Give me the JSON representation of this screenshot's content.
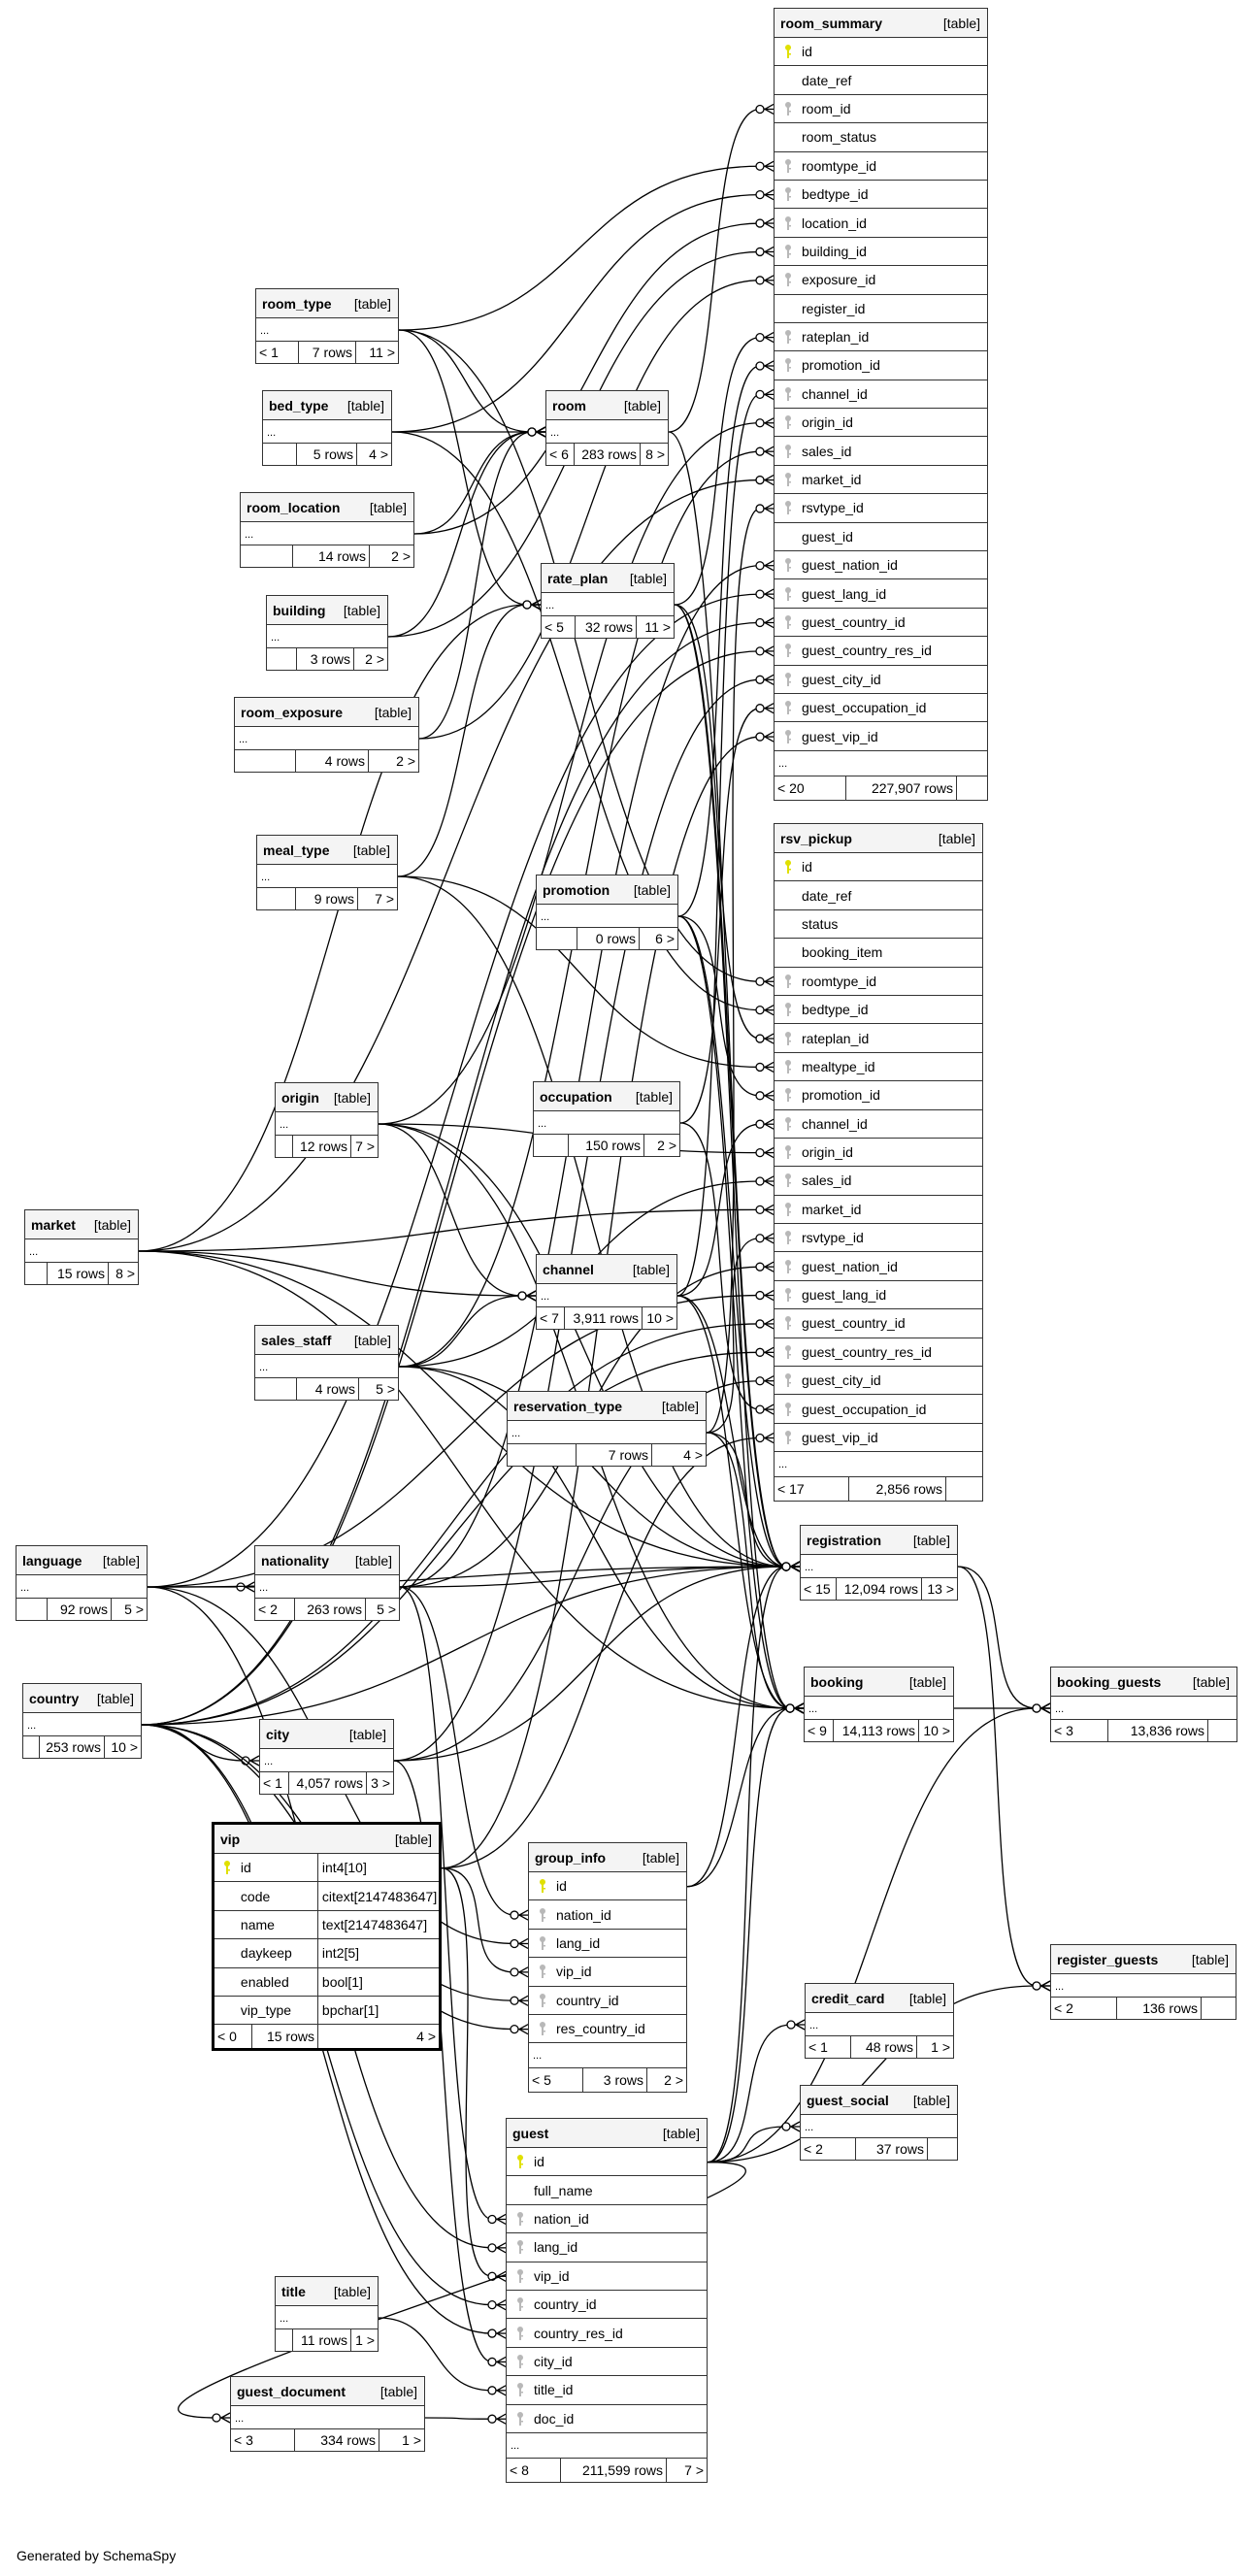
{
  "footer_text": "Generated by SchemaSpy",
  "colors": {
    "pk_key": "#e0e000",
    "fk_key": "#b8b8b8",
    "header_bg": "#f4f4f4",
    "border": "#333333"
  },
  "type_label": "[table]",
  "tables": [
    {
      "name": "room_summary",
      "parents": "< 20",
      "rows": "227,907 rows",
      "children": "",
      "columns": [
        {
          "name": "id",
          "key": "pk"
        },
        {
          "name": "date_ref",
          "key": ""
        },
        {
          "name": "room_id",
          "key": "fk"
        },
        {
          "name": "room_status",
          "key": ""
        },
        {
          "name": "roomtype_id",
          "key": "fk"
        },
        {
          "name": "bedtype_id",
          "key": "fk"
        },
        {
          "name": "location_id",
          "key": "fk"
        },
        {
          "name": "building_id",
          "key": "fk"
        },
        {
          "name": "exposure_id",
          "key": "fk"
        },
        {
          "name": "register_id",
          "key": ""
        },
        {
          "name": "rateplan_id",
          "key": "fk"
        },
        {
          "name": "promotion_id",
          "key": "fk"
        },
        {
          "name": "channel_id",
          "key": "fk"
        },
        {
          "name": "origin_id",
          "key": "fk"
        },
        {
          "name": "sales_id",
          "key": "fk"
        },
        {
          "name": "market_id",
          "key": "fk"
        },
        {
          "name": "rsvtype_id",
          "key": "fk"
        },
        {
          "name": "guest_id",
          "key": ""
        },
        {
          "name": "guest_nation_id",
          "key": "fk"
        },
        {
          "name": "guest_lang_id",
          "key": "fk"
        },
        {
          "name": "guest_country_id",
          "key": "fk"
        },
        {
          "name": "guest_country_res_id",
          "key": "fk"
        },
        {
          "name": "guest_city_id",
          "key": "fk"
        },
        {
          "name": "guest_occupation_id",
          "key": "fk"
        },
        {
          "name": "guest_vip_id",
          "key": "fk"
        }
      ],
      "more": "..."
    },
    {
      "name": "rsv_pickup",
      "parents": "< 17",
      "rows": "2,856 rows",
      "children": "",
      "columns": [
        {
          "name": "id",
          "key": "pk"
        },
        {
          "name": "date_ref",
          "key": ""
        },
        {
          "name": "status",
          "key": ""
        },
        {
          "name": "booking_item",
          "key": ""
        },
        {
          "name": "roomtype_id",
          "key": "fk"
        },
        {
          "name": "bedtype_id",
          "key": "fk"
        },
        {
          "name": "rateplan_id",
          "key": "fk"
        },
        {
          "name": "mealtype_id",
          "key": "fk"
        },
        {
          "name": "promotion_id",
          "key": "fk"
        },
        {
          "name": "channel_id",
          "key": "fk"
        },
        {
          "name": "origin_id",
          "key": "fk"
        },
        {
          "name": "sales_id",
          "key": "fk"
        },
        {
          "name": "market_id",
          "key": "fk"
        },
        {
          "name": "rsvtype_id",
          "key": "fk"
        },
        {
          "name": "guest_nation_id",
          "key": "fk"
        },
        {
          "name": "guest_lang_id",
          "key": "fk"
        },
        {
          "name": "guest_country_id",
          "key": "fk"
        },
        {
          "name": "guest_country_res_id",
          "key": "fk"
        },
        {
          "name": "guest_city_id",
          "key": "fk"
        },
        {
          "name": "guest_occupation_id",
          "key": "fk"
        },
        {
          "name": "guest_vip_id",
          "key": "fk"
        }
      ],
      "more": "..."
    },
    {
      "name": "room_type",
      "parents": "< 1",
      "rows": "7 rows",
      "children": "11 >",
      "more": "..."
    },
    {
      "name": "bed_type",
      "parents": "",
      "rows": "5 rows",
      "children": "4 >",
      "more": "..."
    },
    {
      "name": "room_location",
      "parents": "",
      "rows": "14 rows",
      "children": "2 >",
      "more": "..."
    },
    {
      "name": "building",
      "parents": "",
      "rows": "3 rows",
      "children": "2 >",
      "more": "..."
    },
    {
      "name": "room_exposure",
      "parents": "",
      "rows": "4 rows",
      "children": "2 >",
      "more": "..."
    },
    {
      "name": "meal_type",
      "parents": "",
      "rows": "9 rows",
      "children": "7 >",
      "more": "..."
    },
    {
      "name": "room",
      "parents": "< 6",
      "rows": "283 rows",
      "children": "8 >",
      "more": "..."
    },
    {
      "name": "rate_plan",
      "parents": "< 5",
      "rows": "32 rows",
      "children": "11 >",
      "more": "..."
    },
    {
      "name": "promotion",
      "parents": "",
      "rows": "0 rows",
      "children": "6 >",
      "more": "..."
    },
    {
      "name": "origin",
      "parents": "",
      "rows": "12 rows",
      "children": "7 >",
      "more": "..."
    },
    {
      "name": "occupation",
      "parents": "",
      "rows": "150 rows",
      "children": "2 >",
      "more": "..."
    },
    {
      "name": "market",
      "parents": "",
      "rows": "15 rows",
      "children": "8 >",
      "more": "..."
    },
    {
      "name": "channel",
      "parents": "< 7",
      "rows": "3,911 rows",
      "children": "10 >",
      "more": "..."
    },
    {
      "name": "sales_staff",
      "parents": "",
      "rows": "4 rows",
      "children": "5 >",
      "more": "..."
    },
    {
      "name": "reservation_type",
      "parents": "",
      "rows": "7 rows",
      "children": "4 >",
      "more": "..."
    },
    {
      "name": "language",
      "parents": "",
      "rows": "92 rows",
      "children": "5 >",
      "more": "..."
    },
    {
      "name": "nationality",
      "parents": "< 2",
      "rows": "263 rows",
      "children": "5 >",
      "more": "..."
    },
    {
      "name": "country",
      "parents": "",
      "rows": "253 rows",
      "children": "10 >",
      "more": "..."
    },
    {
      "name": "city",
      "parents": "< 1",
      "rows": "4,057 rows",
      "children": "3 >",
      "more": "..."
    },
    {
      "name": "vip",
      "parents": "< 0",
      "rows": "15 rows",
      "children": "4 >",
      "columns": [
        {
          "name": "id",
          "key": "pk",
          "type": "int4[10]"
        },
        {
          "name": "code",
          "key": "",
          "type": "citext[2147483647]"
        },
        {
          "name": "name",
          "key": "",
          "type": "text[2147483647]"
        },
        {
          "name": "daykeep",
          "key": "",
          "type": "int2[5]"
        },
        {
          "name": "enabled",
          "key": "",
          "type": "bool[1]"
        },
        {
          "name": "vip_type",
          "key": "",
          "type": "bpchar[1]"
        }
      ]
    },
    {
      "name": "group_info",
      "parents": "< 5",
      "rows": "3 rows",
      "children": "2 >",
      "columns": [
        {
          "name": "id",
          "key": "pk"
        },
        {
          "name": "nation_id",
          "key": "fk"
        },
        {
          "name": "lang_id",
          "key": "fk"
        },
        {
          "name": "vip_id",
          "key": "fk"
        },
        {
          "name": "country_id",
          "key": "fk"
        },
        {
          "name": "res_country_id",
          "key": "fk"
        }
      ],
      "more": "..."
    },
    {
      "name": "guest",
      "parents": "< 8",
      "rows": "211,599 rows",
      "children": "7 >",
      "columns": [
        {
          "name": "id",
          "key": "pk"
        },
        {
          "name": "full_name",
          "key": ""
        },
        {
          "name": "nation_id",
          "key": "fk"
        },
        {
          "name": "lang_id",
          "key": "fk"
        },
        {
          "name": "vip_id",
          "key": "fk"
        },
        {
          "name": "country_id",
          "key": "fk"
        },
        {
          "name": "country_res_id",
          "key": "fk"
        },
        {
          "name": "city_id",
          "key": "fk"
        },
        {
          "name": "title_id",
          "key": "fk"
        },
        {
          "name": "doc_id",
          "key": "fk"
        }
      ],
      "more": "..."
    },
    {
      "name": "title",
      "parents": "",
      "rows": "11 rows",
      "children": "1 >",
      "more": "..."
    },
    {
      "name": "guest_document",
      "parents": "< 3",
      "rows": "334 rows",
      "children": "1 >",
      "more": "..."
    },
    {
      "name": "registration",
      "parents": "< 15",
      "rows": "12,094 rows",
      "children": "13 >",
      "more": "..."
    },
    {
      "name": "booking",
      "parents": "< 9",
      "rows": "14,113 rows",
      "children": "10 >",
      "more": "..."
    },
    {
      "name": "booking_guests",
      "parents": "< 3",
      "rows": "13,836 rows",
      "children": "",
      "more": "..."
    },
    {
      "name": "register_guests",
      "parents": "< 2",
      "rows": "136 rows",
      "children": "",
      "more": "..."
    },
    {
      "name": "credit_card",
      "parents": "< 1",
      "rows": "48 rows",
      "children": "1 >",
      "more": "..."
    },
    {
      "name": "guest_social",
      "parents": "< 2",
      "rows": "37 rows",
      "children": "",
      "more": "..."
    }
  ],
  "relationships": [
    [
      "room_summary",
      "room_id",
      "room"
    ],
    [
      "room_summary",
      "roomtype_id",
      "room_type"
    ],
    [
      "room_summary",
      "bedtype_id",
      "bed_type"
    ],
    [
      "room_summary",
      "location_id",
      "room_location"
    ],
    [
      "room_summary",
      "building_id",
      "building"
    ],
    [
      "room_summary",
      "exposure_id",
      "room_exposure"
    ],
    [
      "room_summary",
      "rateplan_id",
      "rate_plan"
    ],
    [
      "room_summary",
      "promotion_id",
      "promotion"
    ],
    [
      "room_summary",
      "channel_id",
      "channel"
    ],
    [
      "room_summary",
      "origin_id",
      "origin"
    ],
    [
      "room_summary",
      "sales_id",
      "sales_staff"
    ],
    [
      "room_summary",
      "market_id",
      "market"
    ],
    [
      "room_summary",
      "rsvtype_id",
      "reservation_type"
    ],
    [
      "room_summary",
      "guest_nation_id",
      "nationality"
    ],
    [
      "room_summary",
      "guest_lang_id",
      "language"
    ],
    [
      "room_summary",
      "guest_country_id",
      "country"
    ],
    [
      "room_summary",
      "guest_country_res_id",
      "country"
    ],
    [
      "room_summary",
      "guest_city_id",
      "city"
    ],
    [
      "room_summary",
      "guest_occupation_id",
      "occupation"
    ],
    [
      "room_summary",
      "guest_vip_id",
      "vip"
    ],
    [
      "rsv_pickup",
      "roomtype_id",
      "room_type"
    ],
    [
      "rsv_pickup",
      "bedtype_id",
      "bed_type"
    ],
    [
      "rsv_pickup",
      "rateplan_id",
      "rate_plan"
    ],
    [
      "rsv_pickup",
      "mealtype_id",
      "meal_type"
    ],
    [
      "rsv_pickup",
      "promotion_id",
      "promotion"
    ],
    [
      "rsv_pickup",
      "channel_id",
      "channel"
    ],
    [
      "rsv_pickup",
      "origin_id",
      "origin"
    ],
    [
      "rsv_pickup",
      "sales_id",
      "sales_staff"
    ],
    [
      "rsv_pickup",
      "market_id",
      "market"
    ],
    [
      "rsv_pickup",
      "rsvtype_id",
      "reservation_type"
    ],
    [
      "rsv_pickup",
      "guest_nation_id",
      "nationality"
    ],
    [
      "rsv_pickup",
      "guest_lang_id",
      "language"
    ],
    [
      "rsv_pickup",
      "guest_country_id",
      "country"
    ],
    [
      "rsv_pickup",
      "guest_country_res_id",
      "country"
    ],
    [
      "rsv_pickup",
      "guest_city_id",
      "city"
    ],
    [
      "rsv_pickup",
      "guest_occupation_id",
      "occupation"
    ],
    [
      "rsv_pickup",
      "guest_vip_id",
      "vip"
    ],
    [
      "room",
      null,
      "room_type"
    ],
    [
      "room",
      null,
      "bed_type"
    ],
    [
      "room",
      null,
      "room_location"
    ],
    [
      "room",
      null,
      "building"
    ],
    [
      "room",
      null,
      "room_exposure"
    ],
    [
      "rate_plan",
      null,
      "room_type"
    ],
    [
      "rate_plan",
      null,
      "meal_type"
    ],
    [
      "rate_plan",
      null,
      "market"
    ],
    [
      "channel",
      null,
      "origin"
    ],
    [
      "channel",
      null,
      "market"
    ],
    [
      "channel",
      null,
      "sales_staff"
    ],
    [
      "nationality",
      null,
      "language"
    ],
    [
      "city",
      null,
      "country"
    ],
    [
      "group_info",
      "nation_id",
      "nationality"
    ],
    [
      "group_info",
      "lang_id",
      "language"
    ],
    [
      "group_info",
      "vip_id",
      "vip"
    ],
    [
      "group_info",
      "country_id",
      "country"
    ],
    [
      "group_info",
      "res_country_id",
      "country"
    ],
    [
      "guest",
      "nation_id",
      "nationality"
    ],
    [
      "guest",
      "lang_id",
      "language"
    ],
    [
      "guest",
      "vip_id",
      "vip"
    ],
    [
      "guest",
      "country_id",
      "country"
    ],
    [
      "guest",
      "country_res_id",
      "country"
    ],
    [
      "guest",
      "city_id",
      "city"
    ],
    [
      "guest",
      "title_id",
      "title"
    ],
    [
      "guest",
      "doc_id",
      "guest_document"
    ],
    [
      "guest_document",
      null,
      "guest"
    ],
    [
      "registration",
      null,
      "room"
    ],
    [
      "registration",
      null,
      "rate_plan"
    ],
    [
      "registration",
      null,
      "promotion"
    ],
    [
      "registration",
      null,
      "channel"
    ],
    [
      "registration",
      null,
      "origin"
    ],
    [
      "registration",
      null,
      "sales_staff"
    ],
    [
      "registration",
      null,
      "market"
    ],
    [
      "registration",
      null,
      "reservation_type"
    ],
    [
      "registration",
      null,
      "nationality"
    ],
    [
      "registration",
      null,
      "language"
    ],
    [
      "registration",
      null,
      "country"
    ],
    [
      "registration",
      null,
      "city"
    ],
    [
      "registration",
      null,
      "guest"
    ],
    [
      "registration",
      null,
      "group_info"
    ],
    [
      "registration",
      null,
      "meal_type"
    ],
    [
      "booking",
      null,
      "rate_plan"
    ],
    [
      "booking",
      null,
      "promotion"
    ],
    [
      "booking",
      null,
      "channel"
    ],
    [
      "booking",
      null,
      "origin"
    ],
    [
      "booking",
      null,
      "sales_staff"
    ],
    [
      "booking",
      null,
      "market"
    ],
    [
      "booking",
      null,
      "reservation_type"
    ],
    [
      "booking",
      null,
      "guest"
    ],
    [
      "booking",
      null,
      "group_info"
    ],
    [
      "booking_guests",
      null,
      "booking"
    ],
    [
      "booking_guests",
      null,
      "guest"
    ],
    [
      "booking_guests",
      null,
      "registration"
    ],
    [
      "register_guests",
      null,
      "registration"
    ],
    [
      "register_guests",
      null,
      "guest"
    ],
    [
      "credit_card",
      null,
      "guest"
    ],
    [
      "guest_social",
      null,
      "guest"
    ]
  ]
}
